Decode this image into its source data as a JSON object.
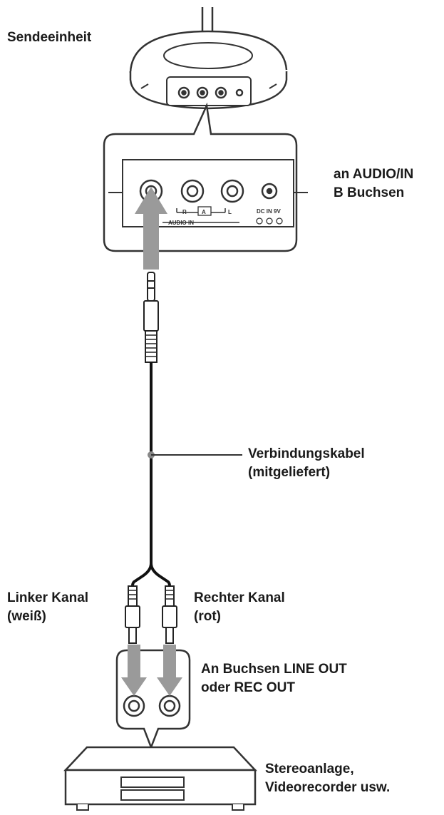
{
  "labels": {
    "transmitter": "Sendeeinheit",
    "audio_in_line1": "an AUDIO/IN",
    "audio_in_line2": "B Buchsen",
    "cable_line1": "Verbindungskabel",
    "cable_line2": "(mitgeliefert)",
    "left_line1": "Linker Kanal",
    "left_line2": "(weiß)",
    "right_line1": "Rechter Kanal",
    "right_line2": "(rot)",
    "lineout_line1": "An Buchsen LINE OUT",
    "lineout_line2": "oder REC OUT",
    "stereo_line1": "Stereoanlage,",
    "stereo_line2": "Videorecorder usw."
  },
  "panel": {
    "channel_r": "R",
    "channel_box": "A",
    "channel_l": "L",
    "audio_in": "AUDIO IN",
    "dc_in": "DC IN 9V"
  },
  "colors": {
    "line": "#222222",
    "arrow": "#9a9a9a",
    "outline": "#333333"
  }
}
